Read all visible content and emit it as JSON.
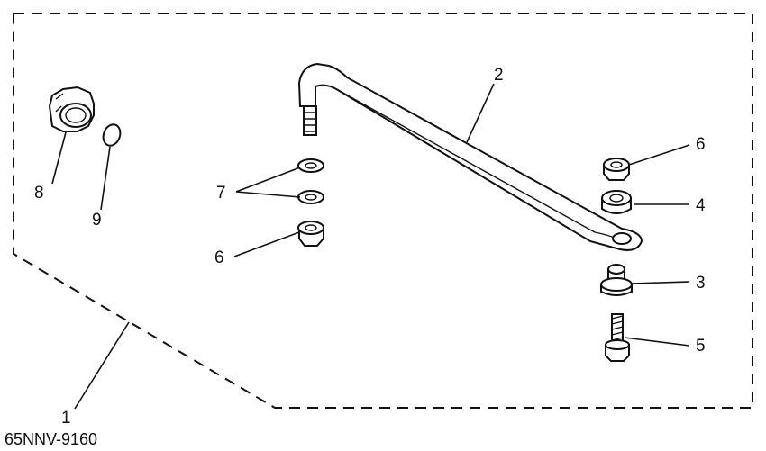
{
  "drawing_code": "65NNV-9160",
  "callouts": {
    "c1": "1",
    "c2": "2",
    "c3": "3",
    "c4": "4",
    "c5": "5",
    "c6_right": "6",
    "c6_left": "6",
    "c7": "7",
    "c8": "8",
    "c9": "9"
  }
}
